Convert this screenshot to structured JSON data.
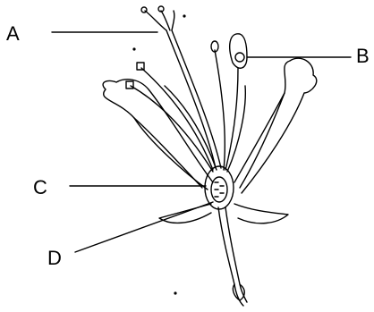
{
  "labels": {
    "a": "A",
    "b": "B",
    "c": "C",
    "d": "D"
  },
  "colors": {
    "ink": "#000000",
    "background": "#ffffff"
  }
}
